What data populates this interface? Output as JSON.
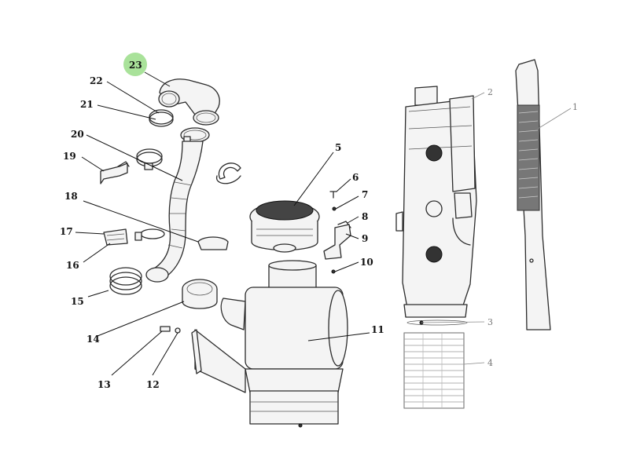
{
  "callouts": {
    "c1": "1",
    "c2": "2",
    "c3": "3",
    "c4": "4",
    "c5": "5",
    "c6": "6",
    "c7": "7",
    "c8": "8",
    "c9": "9",
    "c10": "10",
    "c11": "11",
    "c12": "12",
    "c13": "13",
    "c14": "14",
    "c15": "15",
    "c16": "16",
    "c17": "17",
    "c18": "18",
    "c19": "19",
    "c20": "20",
    "c21": "21",
    "c22": "22",
    "c23": "23"
  },
  "colors": {
    "highlight": "#a9e29a",
    "line": "#2b2b2b"
  }
}
